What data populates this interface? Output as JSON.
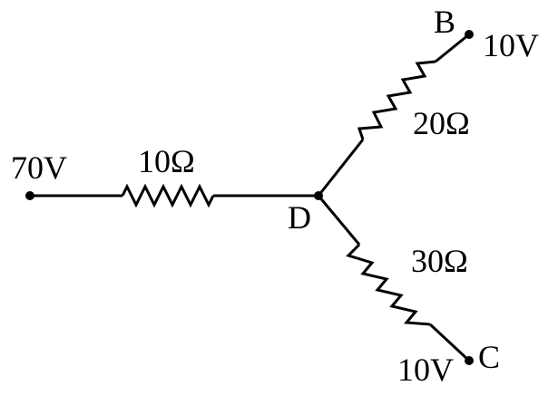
{
  "terminal_a": {
    "voltage": "70V"
  },
  "terminal_b": {
    "name": "B",
    "voltage": "10V"
  },
  "terminal_c": {
    "name": "C",
    "voltage": "10V"
  },
  "junction": {
    "name": "D"
  },
  "resistors": {
    "r1": "10Ω",
    "r2": "20Ω",
    "r3": "30Ω"
  },
  "colors": {
    "ink": "#000000",
    "background": "#ffffff"
  }
}
